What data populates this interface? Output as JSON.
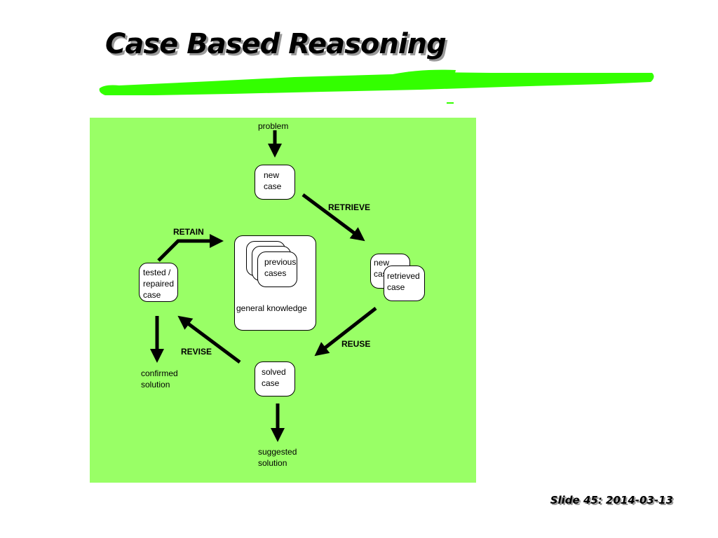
{
  "slide": {
    "title": "Case Based Reasoning",
    "footer": "Slide 45: 2014-03-13"
  },
  "colors": {
    "panel": "#99ff66",
    "brush": "#33ff00",
    "title_shadow": "#9a9a9a"
  },
  "diagram": {
    "problem": "problem",
    "new_case": "new\ncase",
    "retrieve": "RETRIEVE",
    "retain": "RETAIN",
    "previous_cases": "previous\ncases",
    "general_knowledge": "general knowledge",
    "tested_repaired_case": "tested /\nrepaired\ncase",
    "new_case_2": "new case",
    "retrieved_case": "retrieved\ncase",
    "reuse": "REUSE",
    "revise": "REVISE",
    "solved_case": "solved\ncase",
    "confirmed_solution": "confirmed\nsolution",
    "suggested_solution": "suggested\nsolution"
  }
}
